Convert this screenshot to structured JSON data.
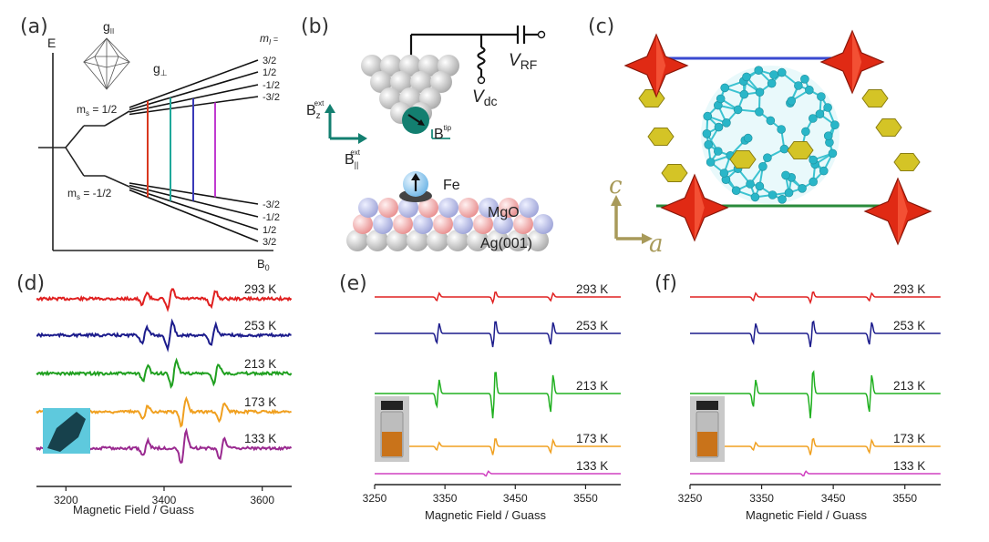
{
  "panels": {
    "a": {
      "label": "(a)",
      "axis_y": "E",
      "axis_x": "B",
      "axis_x_sub": "0",
      "g_par": "g",
      "g_par_sub": "II",
      "g_perp": "g",
      "g_perp_sub": "⊥",
      "mI_header": "m",
      "mI_header_sub": "I",
      "mI_header_suffix": " =",
      "ms_upper": "m",
      "ms_upper_sub": "s",
      "ms_upper_val": " = 1/2",
      "ms_lower": "m",
      "ms_lower_sub": "s",
      "ms_lower_val": " = -1/2",
      "upper_levels": [
        "3/2",
        "1/2",
        "-1/2",
        "-3/2"
      ],
      "lower_levels": [
        "-3/2",
        "-1/2",
        "1/2",
        "3/2"
      ],
      "transition_colors": [
        "#d9381e",
        "#1fa89a",
        "#3a3ab8",
        "#c03ad0"
      ]
    },
    "b": {
      "label": "(b)",
      "vrf": "V",
      "vrf_sub": "RF",
      "vdc": "V",
      "vdc_sub": "dc",
      "bz": "B",
      "bz_sub": "z",
      "bz_sup": "ext",
      "bpar": "B",
      "bpar_sub": "||",
      "bpar_sup": "ext",
      "btip": "B",
      "btip_sup": "tip",
      "fe": "Fe",
      "mgo": "MgO",
      "ag": "Ag(001)"
    },
    "c": {
      "label": "(c)",
      "axis_c": "c",
      "axis_a": "a"
    },
    "d": {
      "label": "(d)",
      "x_label": "Magnetic Field / Guass",
      "x_ticks": [
        "3200",
        "3400",
        "3600"
      ]
    },
    "e": {
      "label": "(e)",
      "x_label": "Magnetic Field / Guass",
      "x_ticks": [
        "3250",
        "3350",
        "3450",
        "3550"
      ]
    },
    "f": {
      "label": "(f)",
      "x_label": "Magnetic Field / Guass",
      "x_ticks": [
        "3250",
        "3350",
        "3450",
        "3550"
      ]
    }
  },
  "chart_data": [
    {
      "type": "line",
      "panel": "d",
      "xlim": [
        3140,
        3660
      ],
      "xlabel": "Magnetic Field / Guass",
      "series": [
        {
          "name": "293 K",
          "color": "#e02020",
          "lines_at": [
            3360,
            3412,
            3500
          ],
          "amp": [
            10,
            16,
            12
          ]
        },
        {
          "name": "253 K",
          "color": "#1c1c8c",
          "lines_at": [
            3360,
            3412,
            3500
          ],
          "amp": [
            12,
            22,
            16
          ]
        },
        {
          "name": "213 K",
          "color": "#20a020",
          "lines_at": [
            3362,
            3420,
            3506
          ],
          "amp": [
            12,
            22,
            16
          ]
        },
        {
          "name": "173 K",
          "color": "#f0a020",
          "lines_at": [
            3362,
            3440,
            3518
          ],
          "amp": [
            10,
            22,
            14
          ]
        },
        {
          "name": "133 K",
          "color": "#9a2a90",
          "lines_at": [
            3362,
            3440,
            3518
          ],
          "amp": [
            12,
            26,
            16
          ]
        }
      ]
    },
    {
      "type": "line",
      "panel": "e",
      "xlim": [
        3250,
        3600
      ],
      "xlabel": "Magnetic Field / Guass",
      "series": [
        {
          "name": "293 K",
          "color": "#e02020",
          "lines_at": [
            3340,
            3420,
            3502
          ],
          "amp": [
            6,
            9,
            6
          ]
        },
        {
          "name": "253 K",
          "color": "#1c1c8c",
          "lines_at": [
            3340,
            3420,
            3502
          ],
          "amp": [
            16,
            22,
            18
          ]
        },
        {
          "name": "213 K",
          "color": "#20b020",
          "lines_at": [
            3340,
            3420,
            3502
          ],
          "amp": [
            22,
            40,
            30
          ]
        },
        {
          "name": "173 K",
          "color": "#f0a020",
          "lines_at": [
            3340,
            3420,
            3502
          ],
          "amp": [
            6,
            14,
            10
          ]
        },
        {
          "name": "133 K",
          "color": "#d040c0",
          "lines_at": [
            3410
          ],
          "amp": [
            4
          ]
        }
      ]
    },
    {
      "type": "line",
      "panel": "f",
      "xlim": [
        3250,
        3600
      ],
      "xlabel": "Magnetic Field / Guass",
      "series": [
        {
          "name": "293 K",
          "color": "#e02020",
          "lines_at": [
            3340,
            3420,
            3502
          ],
          "amp": [
            6,
            9,
            6
          ]
        },
        {
          "name": "253 K",
          "color": "#1c1c8c",
          "lines_at": [
            3340,
            3420,
            3502
          ],
          "amp": [
            16,
            22,
            18
          ]
        },
        {
          "name": "213 K",
          "color": "#20b020",
          "lines_at": [
            3340,
            3420,
            3502
          ],
          "amp": [
            22,
            40,
            30
          ]
        },
        {
          "name": "173 K",
          "color": "#f0a020",
          "lines_at": [
            3340,
            3420,
            3502
          ],
          "amp": [
            6,
            14,
            10
          ]
        },
        {
          "name": "133 K",
          "color": "#d040c0",
          "lines_at": [
            3410
          ],
          "amp": [
            4
          ]
        }
      ]
    }
  ]
}
